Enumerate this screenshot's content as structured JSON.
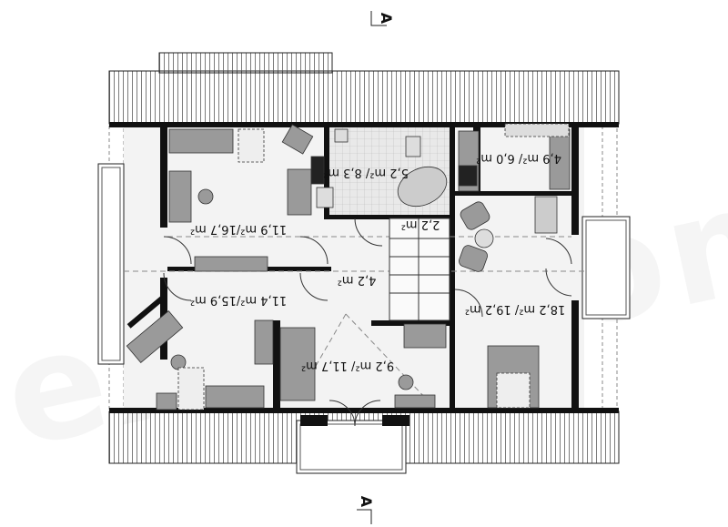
{
  "section_marks": [
    "A",
    "A"
  ],
  "rooms": [
    {
      "id": "room-top-left",
      "label": "11,9 m²/16,7 m²"
    },
    {
      "id": "room-mid-left",
      "label": "11,4 m²/15,9 m²"
    },
    {
      "id": "hall",
      "label": "4,2 m²"
    },
    {
      "id": "stairs",
      "label": "2,2 m²"
    },
    {
      "id": "bathroom",
      "label": "5,2 m²/ 8,3 m²"
    },
    {
      "id": "room-top-right",
      "label": "4,9 m²/ 6,0 m²"
    },
    {
      "id": "room-bottom-right",
      "label": "18,2 m²/ 19,2 m²"
    },
    {
      "id": "room-bottom-center",
      "label": "9,2 m²/ 11,7 m²"
    }
  ],
  "watermark": "extradom",
  "colors": {
    "wall": "#111111",
    "floor": "#f4f4f4",
    "roof": "#ffffff",
    "furniture": "#9a9a9a"
  }
}
